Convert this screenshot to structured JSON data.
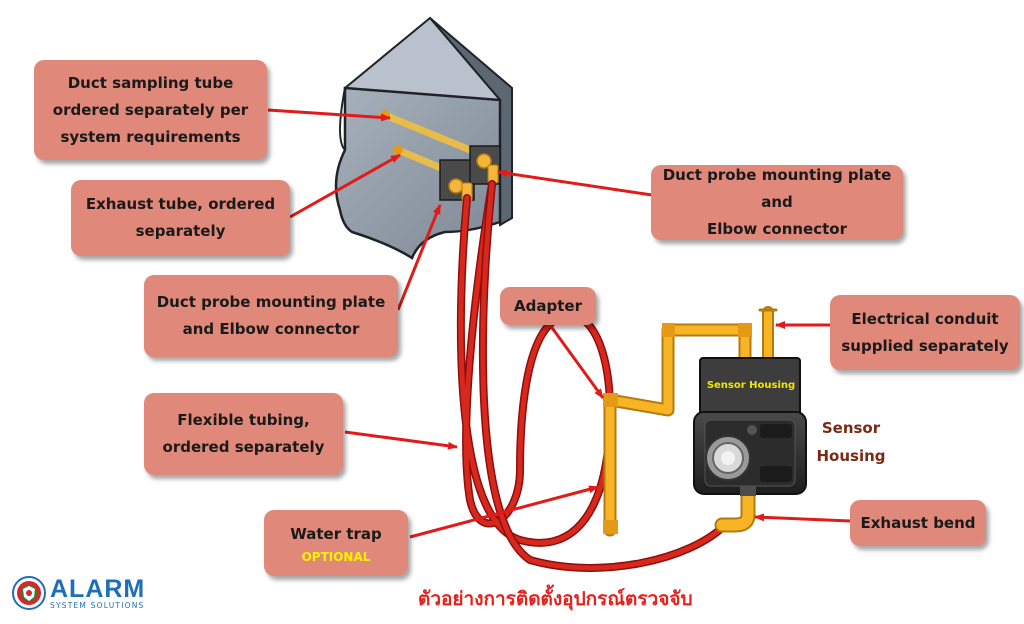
{
  "callouts": {
    "duct_sampling_tube": [
      "Duct sampling tube",
      "ordered separately per",
      "system requirements"
    ],
    "exhaust_tube": [
      "Exhaust tube, ordered",
      "separately"
    ],
    "probe_plate_left": [
      "Duct probe mounting plate",
      "and Elbow connector"
    ],
    "flexible_tubing": [
      "Flexible tubing,",
      "ordered separately"
    ],
    "water_trap": {
      "lines": [
        "Water trap"
      ],
      "optional": "OPTIONAL"
    },
    "adapter": [
      "Adapter"
    ],
    "probe_plate_right": [
      "Duct probe mounting plate and",
      "Elbow connector"
    ],
    "electrical_conduit": [
      "Electrical conduit",
      "supplied separately"
    ],
    "exhaust_bend": [
      "Exhaust bend"
    ]
  },
  "sensor_label": [
    "Sensor",
    "Housing"
  ],
  "housing_panel_text": "Sensor Housing",
  "caption": "ตัวอย่างการติดตั้งอุปกรณ์ตรวจจับ",
  "logo": {
    "title": "ALARM",
    "subtitle": "SYSTEM SOLUTIONS"
  },
  "colors": {
    "callout_fill": "#e0887a",
    "arrow": "#e11a1a",
    "tubing": "#c81414",
    "pipe": "#f7b526",
    "duct": "#8d98a5",
    "housing": "#3a3a3a",
    "caption": "#e8201c",
    "logo": "#1d6fb8"
  }
}
